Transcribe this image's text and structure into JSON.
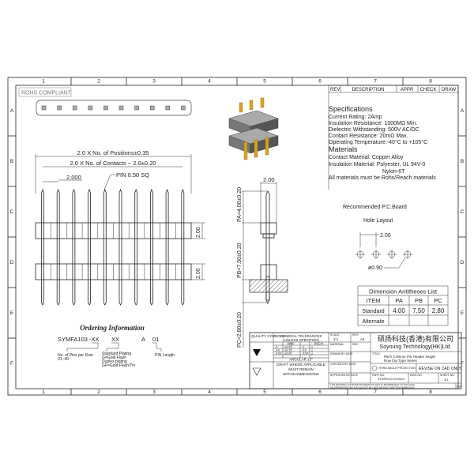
{
  "frame": {
    "columns": [
      "1",
      "2",
      "3",
      "4",
      "5",
      "6",
      "7",
      "8"
    ],
    "rows": [
      "A",
      "B",
      "C",
      "D",
      "E",
      "F"
    ]
  },
  "rohs_badge": "ROHS COMPLIANT",
  "revision_table": {
    "headers": [
      "REV",
      "DESCRIPTION",
      "APPR",
      "CHECK",
      "DRAW"
    ]
  },
  "specs": {
    "title": "Specifications",
    "lines": [
      "Current Rating:  2Amp",
      "Insulation Resistance: 1000MΩ Min.",
      "Dielectric Withstanding:  500V AC/DC",
      "Contact Resistance:  20mΩ Max.",
      "Operating Temperature:-40°C to +105°C"
    ],
    "materials_title": "Materials",
    "material_lines": [
      "Contact Material: Copper Alloy",
      "Insulation Material: Polyester, UL 94V-0",
      "Nylon-6T",
      "All materials must be Rohs/Reach materials"
    ]
  },
  "front_view": {
    "dim_positions": "2.0 X No. of Positions±0.35",
    "dim_contacts": "2.0 X No. of Contacts − 2.0±0.20",
    "pin_label": "PIN 0.50 SQ",
    "pitch": "2.000",
    "body_height_1": "2.00",
    "body_height_2": "2.00"
  },
  "side_view": {
    "width": "2.00",
    "pa": "PA=4.00±0.20",
    "pb": "PB=7.50±0.20",
    "pc": "PC=2.80±0.20"
  },
  "pcb_layout": {
    "title": "Recommended  P.C.Board",
    "subtitle": "Hole  Layout",
    "pitch": "2.00",
    "hole": "ø0.90"
  },
  "dimension_table": {
    "title": "Dimension  Antitheses  List",
    "headers": [
      "ITEM",
      "PA",
      "PB",
      "PC"
    ],
    "rows": [
      [
        "Standard",
        "4.00",
        "7.50",
        "2.80"
      ],
      [
        "Alternate",
        "",
        "",
        ""
      ]
    ]
  },
  "ordering": {
    "title": "Ordering Information",
    "code": [
      "SYMFA103",
      "-XX",
      "XX",
      "A",
      "01"
    ],
    "pins_note": [
      "No. of Pins per Row",
      "01~40"
    ],
    "plating_note": [
      "Standard Plating",
      "G=Gold Flash",
      "Duplex plating",
      "GF=Gold Flash/Tin"
    ],
    "length_note": "PIN Length"
  },
  "title_block": {
    "quality": "QUALITY SYMBOLS",
    "tol_title": "GENERAL TOLERANCES",
    "tol_sub": "(UNLESS SPECIFIED)",
    "mm": "MM",
    "inch": "INCH",
    "tol_rows": [
      [
        ".X",
        "±0.25",
        ".X",
        "±"
      ],
      [
        ".XX",
        "±0.15",
        ".XX",
        "±"
      ],
      [
        ".XXX",
        "±0.05",
        ".XXX",
        "±"
      ]
    ],
    "angular": "ANGULAR ±3°",
    "draft": [
      "DRAFT WHERE APPLICABLE",
      "MUST REMAIN",
      "WITHIN DIMENSIONS"
    ],
    "scale_label": "SCALE:",
    "scale": "3:1",
    "rev_label": "REV:",
    "rev": "A4",
    "material_label": "MATERIAL:",
    "ebc_label": "EBC:",
    "drawn": "DRAWN BY   DATE",
    "checked": "CHECKED BY   DATE",
    "approved": "APPROVED BY   DATE",
    "company_cn": "硕扬科技(香港)有限公司",
    "company_en": "Soyoung Technology(HK)Ltd.",
    "title_label": "TITLE:",
    "title_lines": [
      "Pitch 2.00mm Pin Header Single",
      "Row Dip Type Series"
    ],
    "projection": "THIRD ANGLE PROJECTION",
    "revise": "REVISE ON CAD ONLY",
    "part_label": "PART NO.",
    "part_no": "SYMFA103-XXXXA01",
    "dwg_label": "DWG NO.",
    "sheet_label": "SHEET NO.",
    "sheet": "1/1",
    "notice": [
      "THIS DRAWING CONTAINS INFORMATION THAT IS PROPRIETARY TO SOYOUNG",
      "INCORPORATED AND SHOULD NOT BE USED WITHOUT WRITTEN PERMISSION"
    ],
    "size": "A4"
  }
}
